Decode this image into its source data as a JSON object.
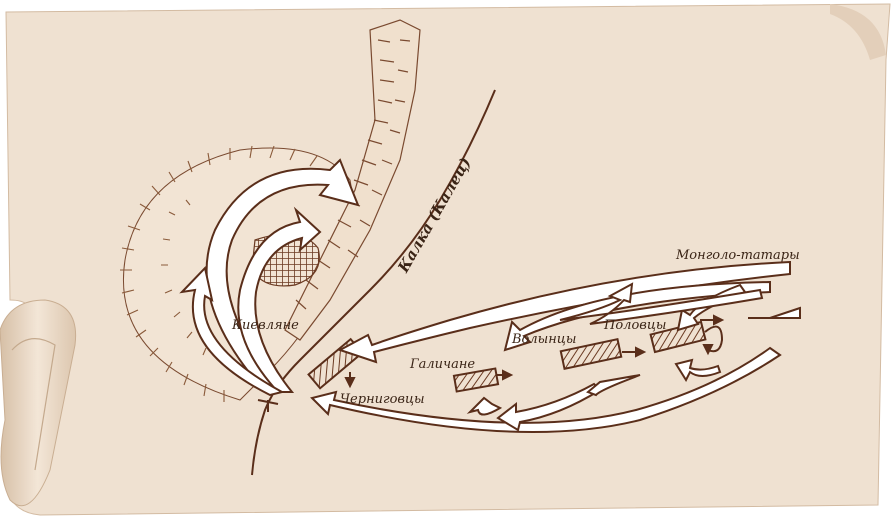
{
  "map": {
    "river_label": "Калка (Калец)",
    "labels": {
      "kievlyane": "Киевляне",
      "galichane": "Галичане",
      "volyntsy": "Волынцы",
      "polovtsy": "Половцы",
      "chernigovtsy": "Черниговцы",
      "mongolo_tatary": "Монголо-татары"
    },
    "colors": {
      "parchment": "#efe1d1",
      "parchment_shadow": "#d9c3ac",
      "ink": "#5a2e1a",
      "arrow_fill": "#ffffff",
      "hatch": "#6b3a22"
    }
  }
}
